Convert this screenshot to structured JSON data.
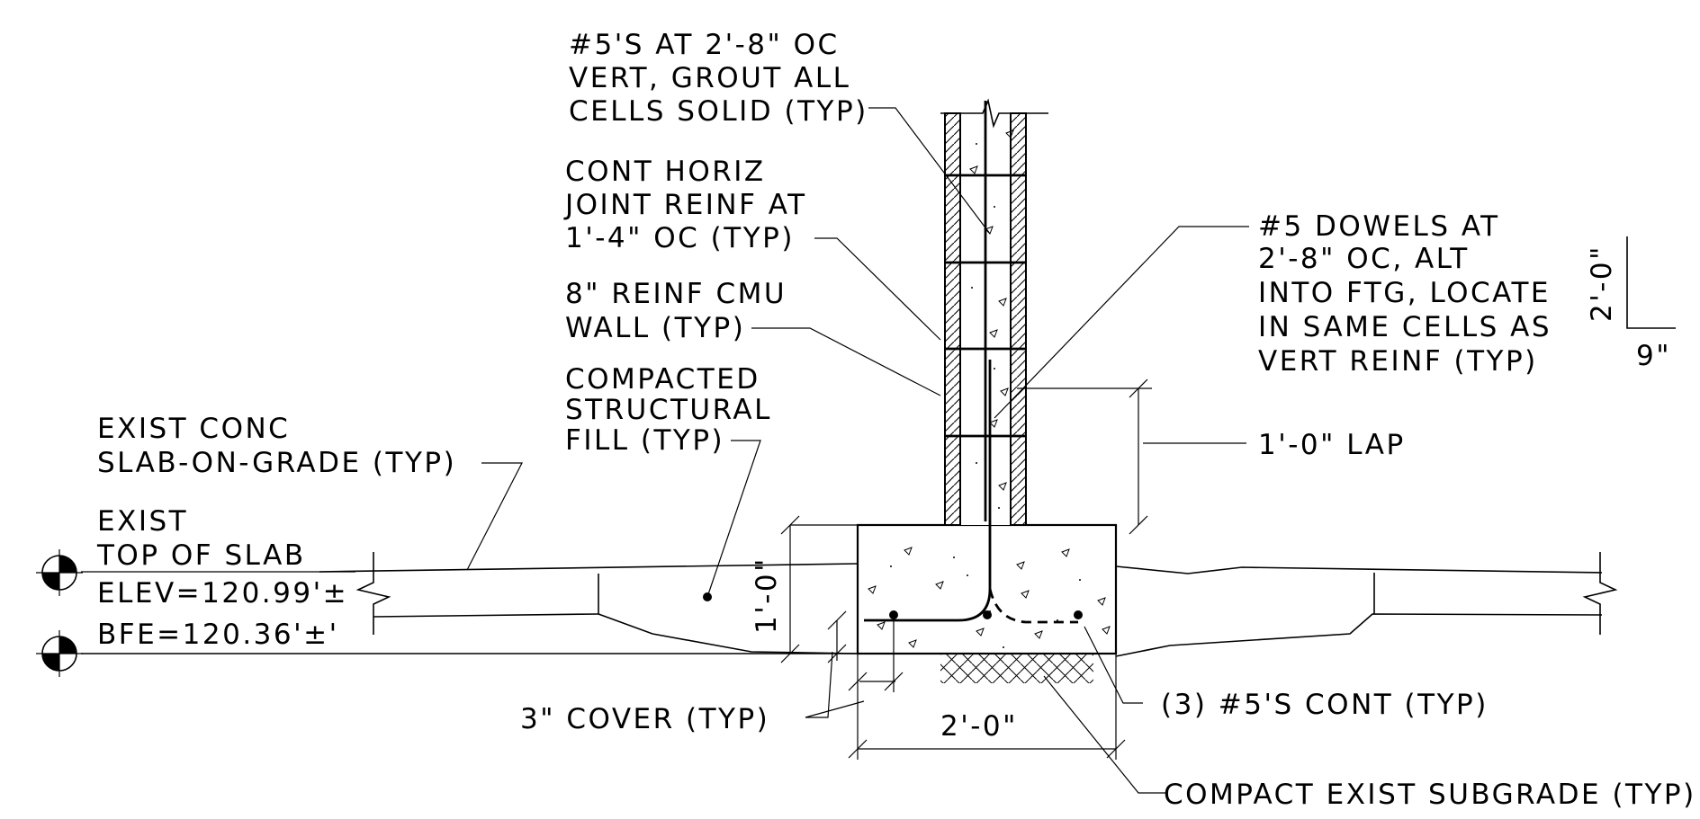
{
  "notes": {
    "vert_reinf": [
      "#5'S AT 2'-8\" OC",
      "VERT, GROUT ALL",
      "CELLS SOLID (TYP)"
    ],
    "joint_reinf": [
      "CONT HORIZ",
      "JOINT REINF AT",
      "1'-4\" OC (TYP)"
    ],
    "cmu_wall": [
      "8\" REINF CMU",
      "WALL (TYP)"
    ],
    "fill": [
      "COMPACTED",
      "STRUCTURAL",
      "FILL (TYP)"
    ],
    "slab": [
      "EXIST CONC",
      "SLAB-ON-GRADE (TYP)"
    ],
    "top_of_slab": [
      "EXIST",
      "TOP OF SLAB",
      "ELEV=120.99'±"
    ],
    "bfe": "BFE=120.36'±'",
    "dowels": [
      "#5 DOWELS AT",
      "2'-8\" OC, ALT",
      "INTO FTG, LOCATE",
      "IN SAME CELLS AS",
      "VERT REINF (TYP)"
    ],
    "lap": "1'-0\" LAP",
    "cover": "3\" COVER (TYP)",
    "cont_bars": "(3) #5'S CONT (TYP)",
    "subgrade": "COMPACT EXIST SUBGRADE (TYP)"
  },
  "dims": {
    "footing_depth": "1'-0\"",
    "footing_width": "2'-0\"",
    "slope_vertical": "2'-0\"",
    "slope_horizontal": "9\""
  }
}
